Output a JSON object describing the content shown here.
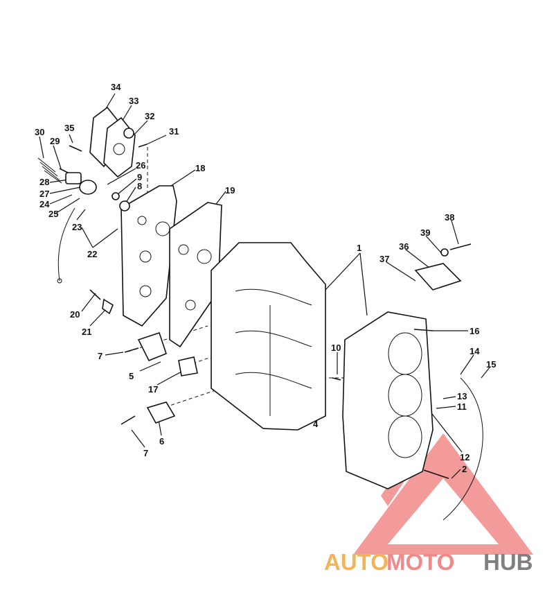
{
  "diagram": {
    "callouts": [
      "1",
      "2",
      "4",
      "5",
      "6",
      "7",
      "7",
      "8",
      "9",
      "10",
      "11",
      "12",
      "13",
      "14",
      "15",
      "16",
      "17",
      "18",
      "19",
      "20",
      "21",
      "22",
      "23",
      "24",
      "25",
      "26",
      "27",
      "28",
      "29",
      "30",
      "31",
      "32",
      "33",
      "34",
      "35",
      "36",
      "37",
      "38",
      "39"
    ]
  },
  "watermark": {
    "part1": "AUTO",
    "part2": "MOTO",
    "part3": "HUB",
    "colors": {
      "auto": "#f2b45a",
      "moto": "#f08a8a",
      "hub": "#808080",
      "triangle": "#f28a8a"
    }
  }
}
